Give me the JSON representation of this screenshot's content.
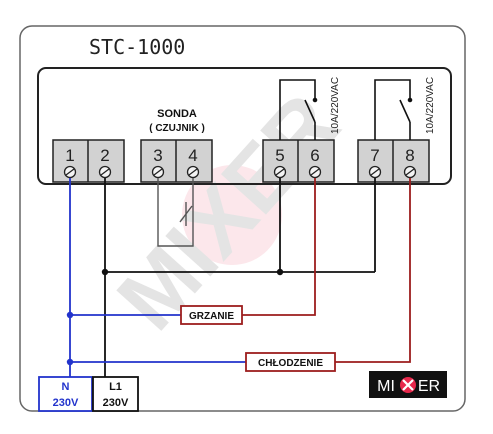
{
  "diagram": {
    "title": "STC-1000",
    "sensor_label_line1": "SONDA",
    "sensor_label_line2": "( CZUJNIK )",
    "relay_rating_1": "10A/220VAC",
    "relay_rating_2": "10A/220VAC",
    "terminals": [
      "1",
      "2",
      "3",
      "4",
      "5",
      "6",
      "7",
      "8"
    ],
    "heating_label": "GRZANIE",
    "cooling_label": "CHŁODZENIE",
    "neutral_label": "N",
    "neutral_voltage": "230V",
    "line_label": "L1",
    "line_voltage": "230V"
  },
  "brand": {
    "left": "MI",
    "right": "ER",
    "accent_color": "#e8274b"
  },
  "watermark": "MIXER",
  "colors": {
    "neutral_wire": "#2233cc",
    "line_wire": "#111111",
    "heating_wire": "#9c1d1d",
    "cooling_wire": "#9c1d1d",
    "terminal_fill": "#d2d2d2"
  }
}
